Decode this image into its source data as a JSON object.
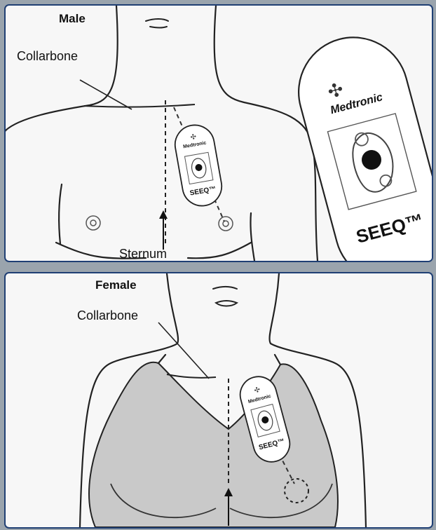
{
  "male": {
    "title": "Male",
    "collarbone_label": "Collarbone",
    "sternum_label": "Sternum",
    "device_small": {
      "brand": "Medtronic",
      "model": "SEEQ™"
    },
    "device_large": {
      "brand": "Medtronic",
      "model": "SEEQ™"
    }
  },
  "female": {
    "title": "Female",
    "collarbone_label": "Collarbone",
    "device": {
      "brand": "Medtronic",
      "model": "SEEQ™"
    }
  },
  "colors": {
    "panel_border": "#1f3f74",
    "background": "#9aa4ad",
    "garment": "#c9c9c9",
    "line": "#222222"
  }
}
